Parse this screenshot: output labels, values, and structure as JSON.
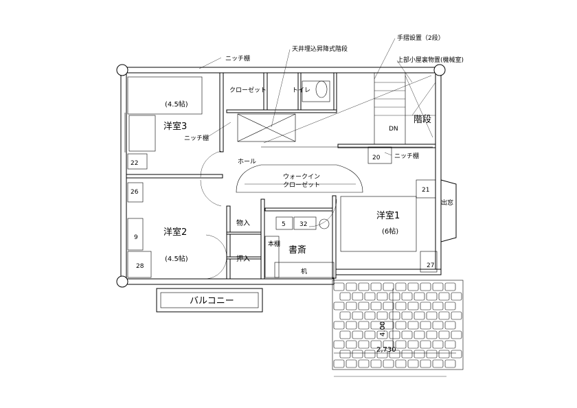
{
  "rooms": {
    "western3": "洋室3",
    "western3_size": "(4.5帖)",
    "western2": "洋室2",
    "western2_size": "(4.5帖)",
    "western1": "洋室1",
    "western1_size": "(6帖)",
    "closet_top": "クローゼット",
    "toilet": "トイレ",
    "hall": "ホール",
    "walkin_1": "ウォークイン",
    "walkin_2": "クローゼット",
    "storage": "物入",
    "oshiire": "押入",
    "study": "書斎",
    "bookshelf": "本棚",
    "desk": "机",
    "stairs": "階段",
    "dn": "DN",
    "balcony": "バルコニー",
    "bay_window": "出窓"
  },
  "annotations": {
    "niche_top": "ニッチ棚",
    "attic_stair": "天井埋込昇降式階段",
    "handrail": "手摺設置（2段）",
    "attic_storage": "上部小屋裏物置(機械室)",
    "niche_left": "ニッチ棚",
    "niche_right": "ニッチ棚"
  },
  "tags": {
    "t22": "22",
    "t26": "26",
    "t9": "9",
    "t28": "28",
    "t20": "20",
    "t21": "21",
    "t27": "27",
    "t5": "5",
    "t32": "32"
  },
  "dimensions": {
    "height": "4.00",
    "width": "2,730"
  }
}
